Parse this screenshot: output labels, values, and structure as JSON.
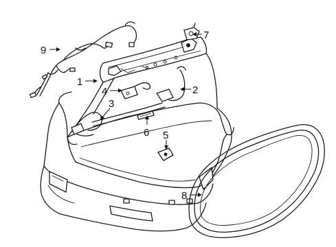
{
  "callouts": [
    {
      "id": "c1",
      "label": "1"
    },
    {
      "id": "c2",
      "label": "2"
    },
    {
      "id": "c3",
      "label": "3"
    },
    {
      "id": "c4",
      "label": "4"
    },
    {
      "id": "c5",
      "label": "5"
    },
    {
      "id": "c6",
      "label": "6"
    },
    {
      "id": "c7",
      "label": "7"
    },
    {
      "id": "c8",
      "label": "8"
    },
    {
      "id": "c9",
      "label": "9"
    }
  ],
  "colors": {
    "stroke": "#1a1a1a",
    "background": "#ffffff"
  }
}
